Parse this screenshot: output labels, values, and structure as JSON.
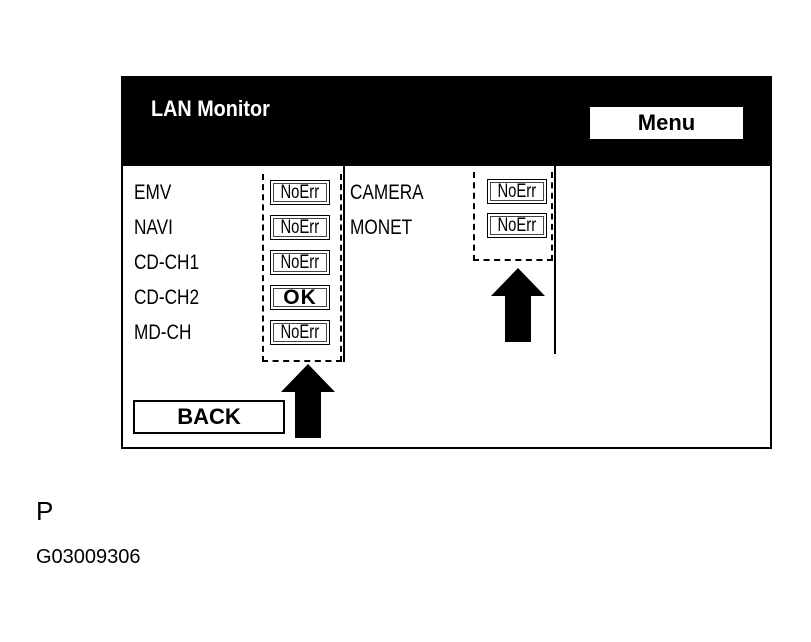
{
  "screen": {
    "title": "LAN Monitor",
    "menu_label": "Menu",
    "back_label": "BACK"
  },
  "devices_left": [
    {
      "name": "EMV",
      "status": "NoErr"
    },
    {
      "name": "NAVI",
      "status": "NoErr"
    },
    {
      "name": "CD-CH1",
      "status": "NoErr"
    },
    {
      "name": "CD-CH2",
      "status": "OK"
    },
    {
      "name": "MD-CH",
      "status": "NoErr"
    }
  ],
  "devices_right": [
    {
      "name": "CAMERA",
      "status": "NoErr"
    },
    {
      "name": "MONET",
      "status": "NoErr"
    }
  ],
  "footer": {
    "letter": "P",
    "code": "G03009306"
  }
}
